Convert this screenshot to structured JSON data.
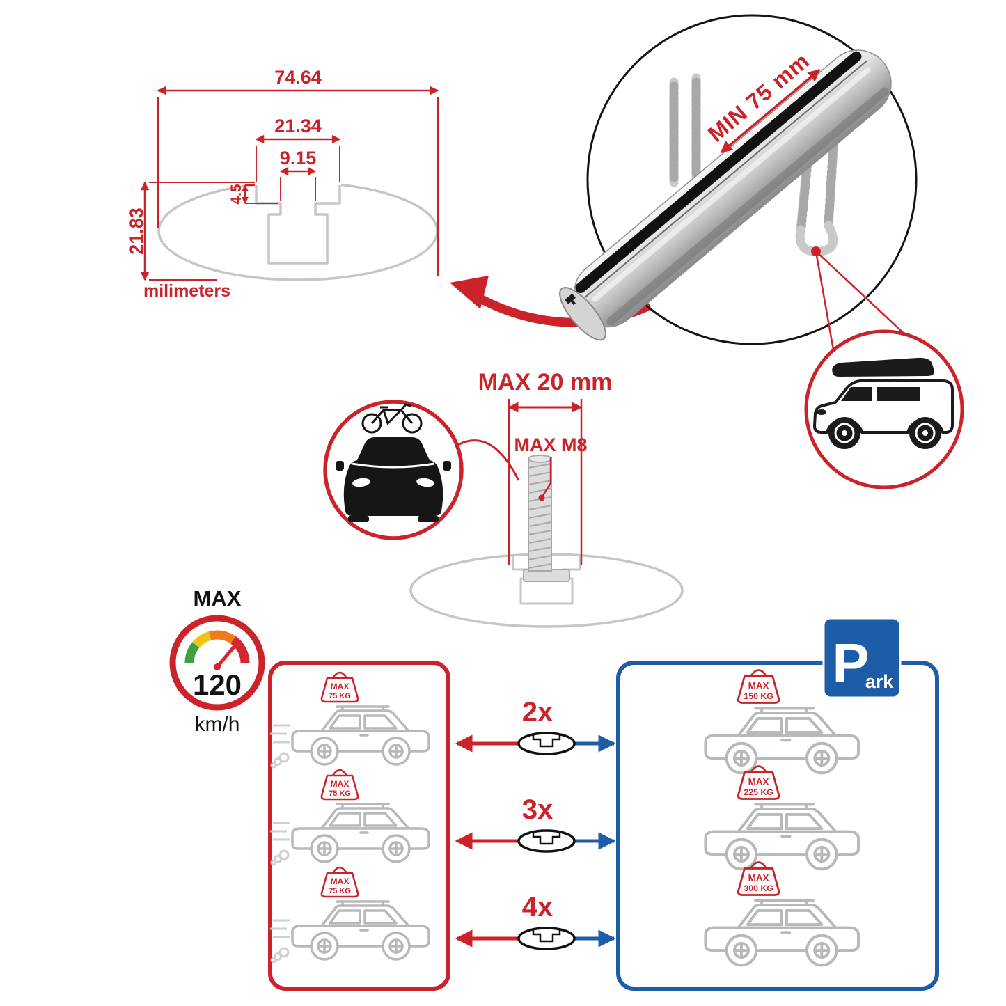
{
  "colors": {
    "accent_red": "#cc2229",
    "accent_blue": "#1d5da8",
    "outline_gray": "#c6c6c6",
    "bar_dark": "#141414"
  },
  "cross_section": {
    "width_total": "74.64",
    "width_outer": "21.34",
    "width_slot": "9.15",
    "depth_step": "4.5",
    "height_total": "21.83",
    "unit_label": "milimeters"
  },
  "crossbar": {
    "min_clamp_spacing": "MIN 75 mm"
  },
  "bolt": {
    "max_width": "MAX 20 mm",
    "max_thread": "MAX M8"
  },
  "speed_limit": {
    "label": "MAX",
    "value": "120",
    "unit": "km/h"
  },
  "multipliers": [
    "2x",
    "3x",
    "4x"
  ],
  "panels": {
    "left": {
      "cars": [
        {
          "max": "MAX",
          "load": "75 KG"
        },
        {
          "max": "MAX",
          "load": "75 KG"
        },
        {
          "max": "MAX",
          "load": "75 KG"
        }
      ]
    },
    "right": {
      "cars": [
        {
          "max": "MAX",
          "load": "150 KG"
        },
        {
          "max": "MAX",
          "load": "225 KG"
        },
        {
          "max": "MAX",
          "load": "300 KG"
        }
      ],
      "park_sign": {
        "initial": "P",
        "rest": "ark"
      }
    }
  }
}
